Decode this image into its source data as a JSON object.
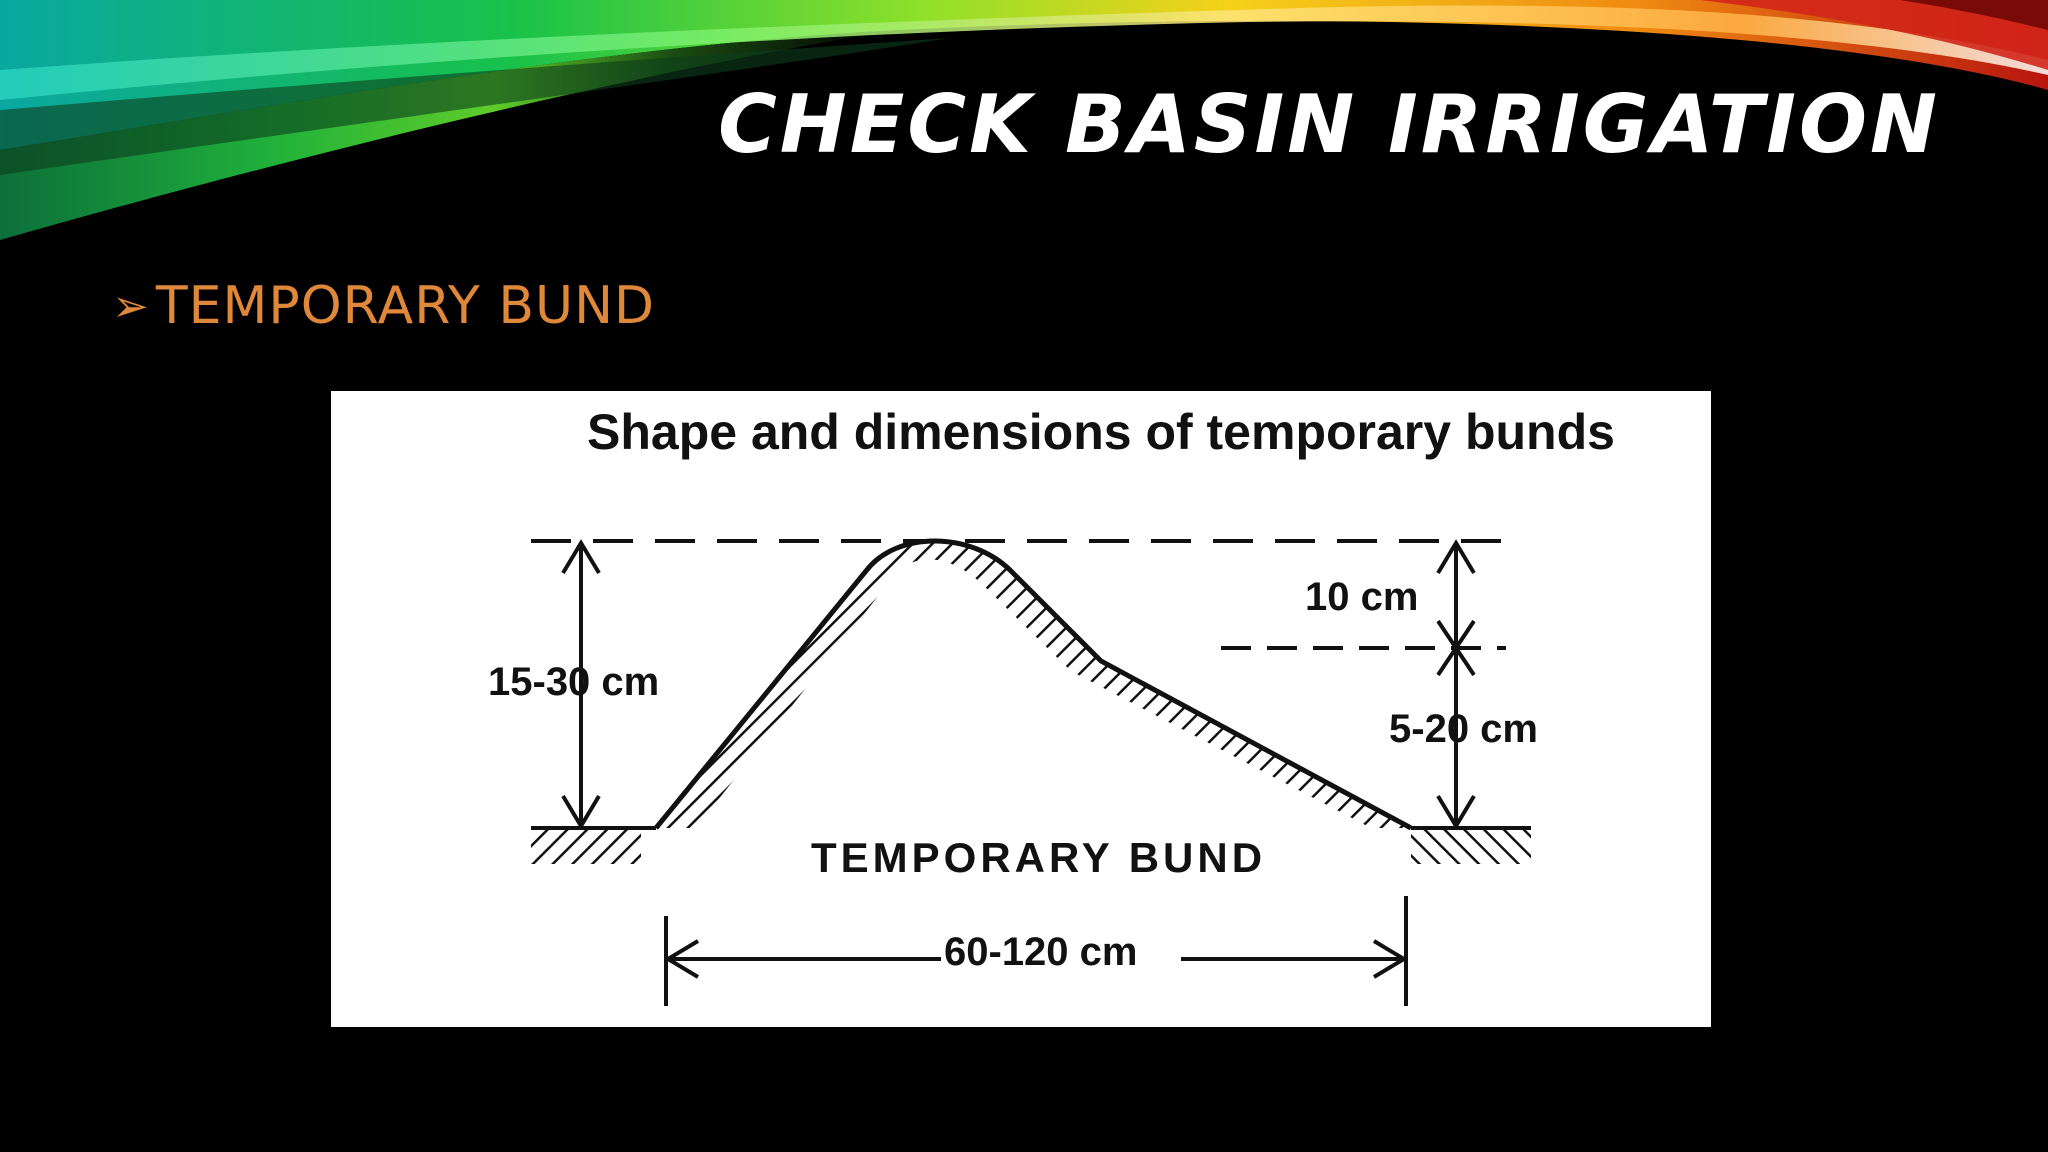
{
  "slide": {
    "title": "CHECK BASIN IRRIGATION",
    "bullet_icon": "➢",
    "bullet_text": "TEMPORARY BUND"
  },
  "figure": {
    "caption": "Shape and dimensions of temporary bunds",
    "labels": {
      "total_height": "15-30 cm",
      "top_part": "10 cm",
      "lower_part": "5-20 cm",
      "bund_name": "TEMPORARY BUND",
      "base_width": "60-120 cm"
    }
  },
  "colors": {
    "background": "#000000",
    "title": "#ffffff",
    "bullet": "#e0883a",
    "figure_background": "#ffffff",
    "figure_ink": "#111111"
  }
}
